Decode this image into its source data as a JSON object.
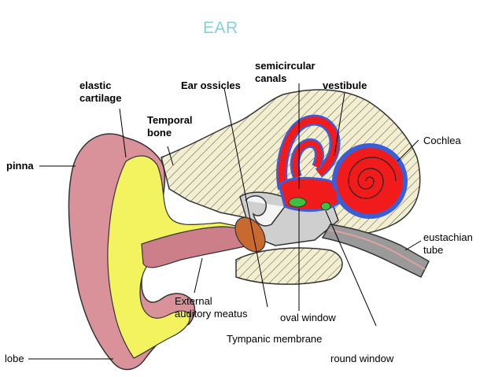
{
  "title": "EAR",
  "colors": {
    "title": "#86cfdc",
    "pinna": "#d9929a",
    "canal": "#cc7f89",
    "cartilage": "#f3f360",
    "bone_hatch": "#f3eed0",
    "labyrinth": "#f21b1b",
    "labyrinth_outline": "#3a5ed8",
    "window": "#3fbf3f",
    "ossicles": "#c86a30",
    "middle_ear": "#cfcfcf",
    "tube": "#9a9a9a"
  },
  "labels": {
    "pinna": "pinna",
    "lobe": "lobe",
    "elastic_cartilage": "elastic\ncartilage",
    "ear_ossicles": "Ear ossicles",
    "temporal_bone": "Temporal\nbone",
    "semicircular_canals": "semicircular\ncanals",
    "vestibule": "vestibule",
    "cochlea": "Cochlea",
    "eustachian_tube": "eustachian\ntube",
    "external_auditory_meatus": "External\nauditory meatus",
    "oval_window": "oval window",
    "tympanic_membrane": "Tympanic membrane",
    "round_window": "round window"
  }
}
